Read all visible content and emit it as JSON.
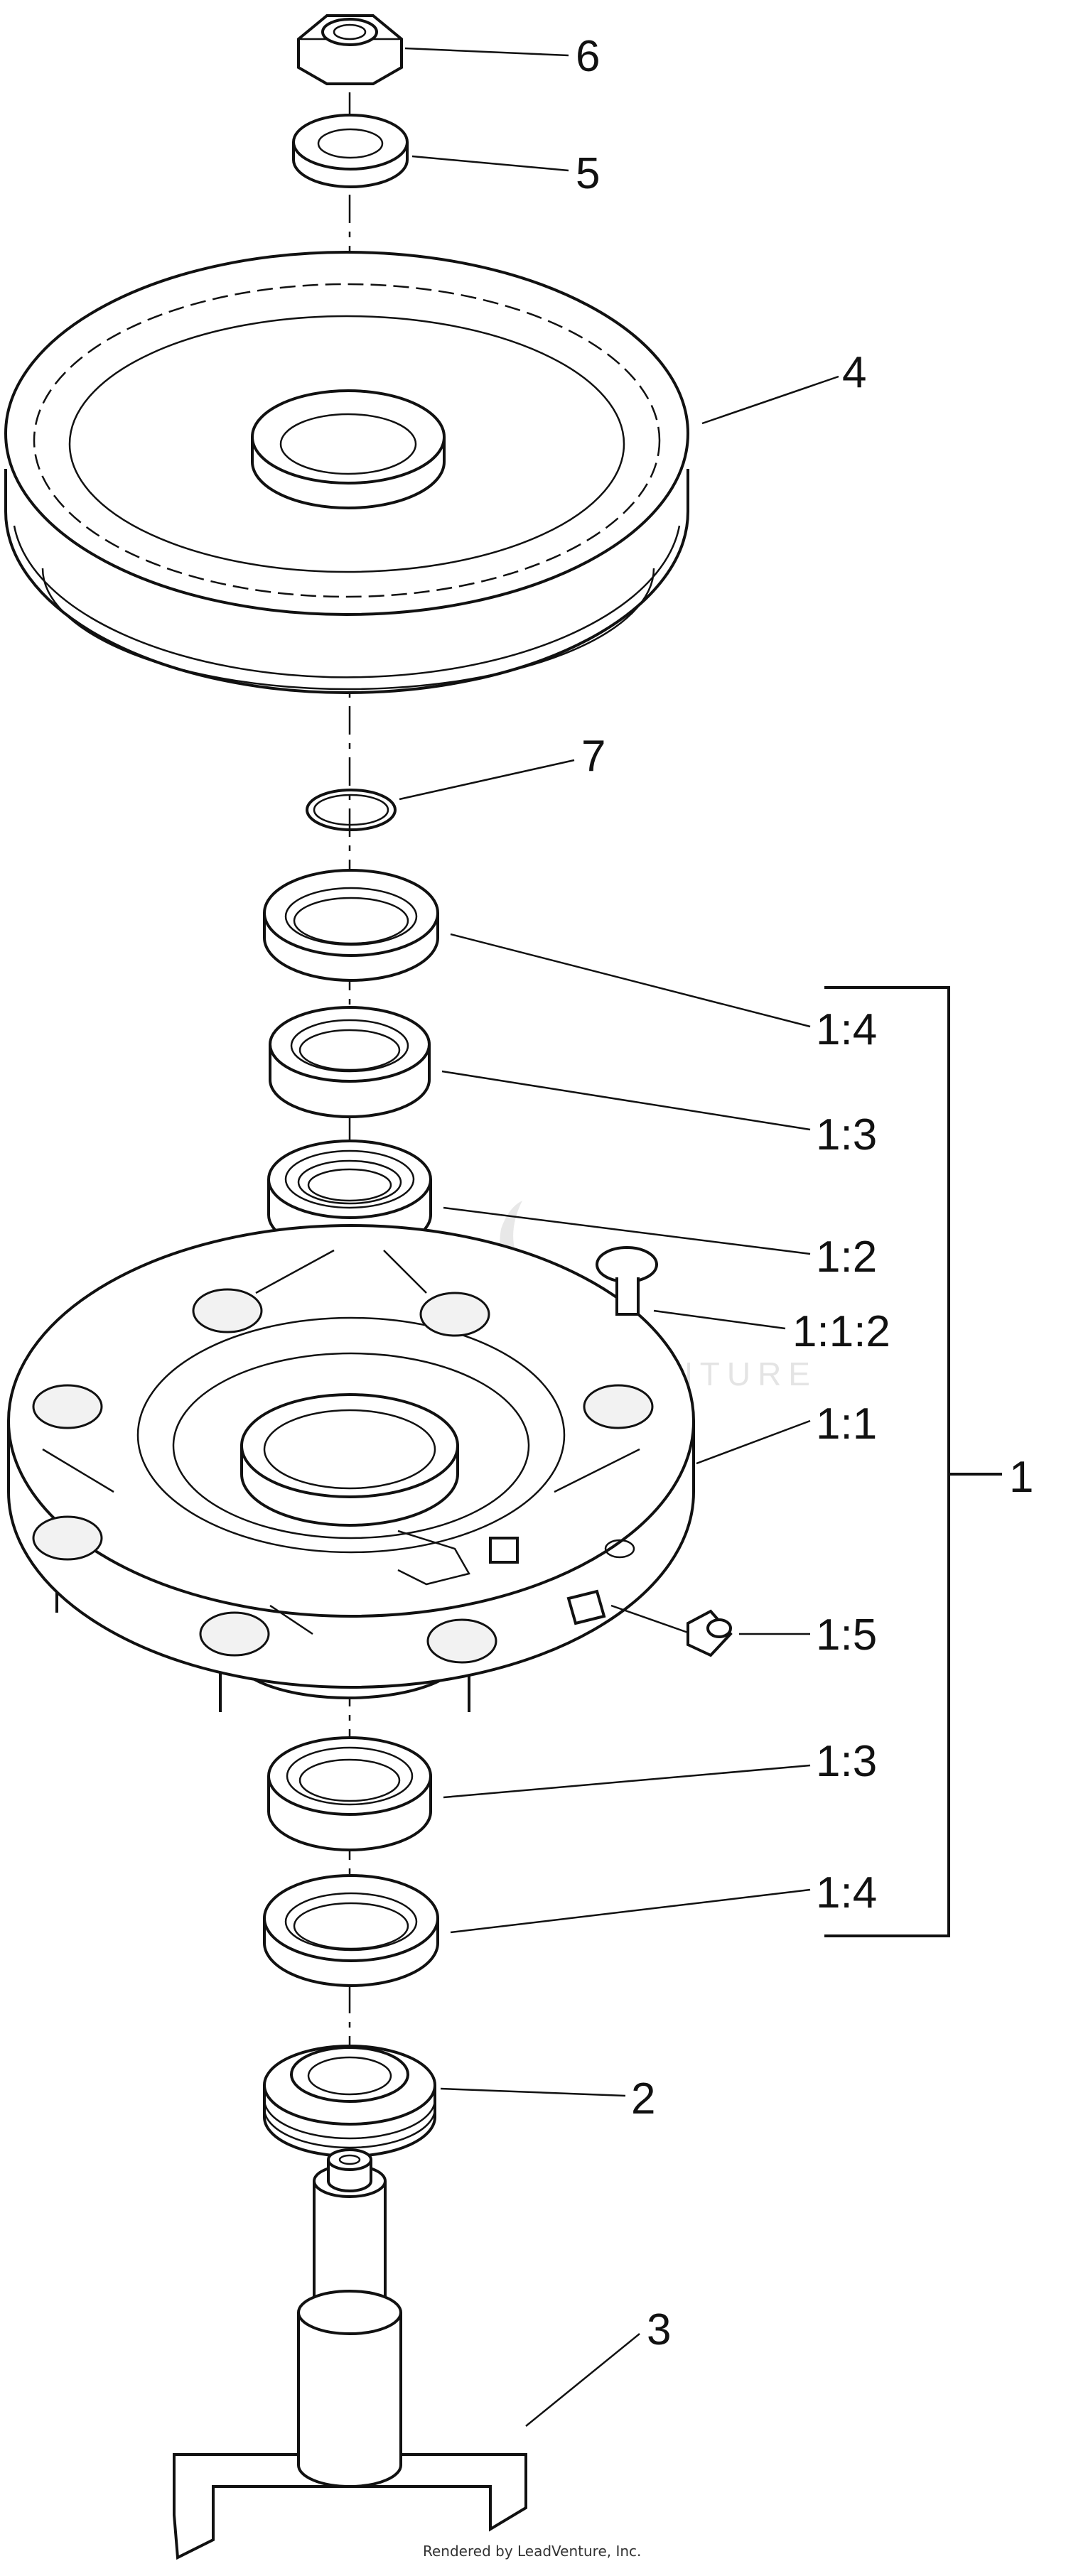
{
  "callouts": {
    "c6": "6",
    "c5": "5",
    "c4": "4",
    "c7": "7",
    "c1_4_top": "1:4",
    "c1_3_top": "1:3",
    "c1_2": "1:2",
    "c1_1_2": "1:1:2",
    "c1_1": "1:1",
    "c1": "1",
    "c1_5": "1:5",
    "c1_3_bottom": "1:3",
    "c1_4_bottom": "1:4",
    "c2": "2",
    "c3": "3"
  },
  "credit": "Rendered by LeadVenture, Inc.",
  "watermark": "LEADVENTURE"
}
